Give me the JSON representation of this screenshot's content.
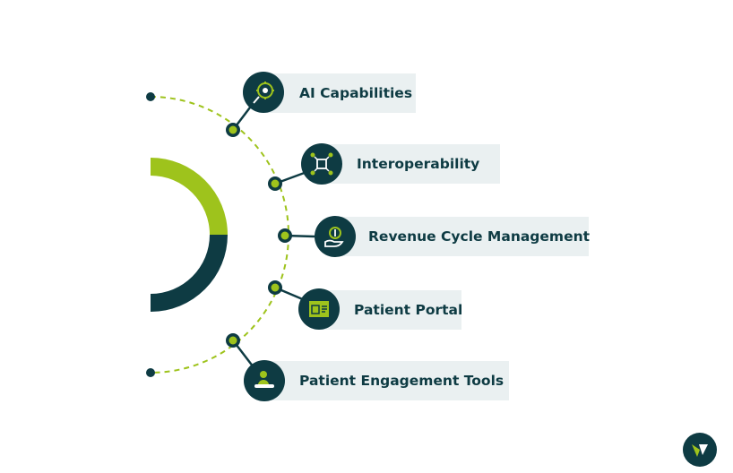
{
  "items": [
    {
      "label": "AI Capabilities",
      "icon": "ai-gear-icon"
    },
    {
      "label": "Interoperability",
      "icon": "network-nodes-icon"
    },
    {
      "label": "Revenue Cycle Management",
      "icon": "money-hand-icon"
    },
    {
      "label": "Patient Portal",
      "icon": "portal-window-icon"
    },
    {
      "label": "Patient Engagement Tools",
      "icon": "patient-engagement-icon"
    }
  ],
  "colors": {
    "primary": "#0e3b43",
    "accent": "#9ec31c",
    "label_bg": "#eaf0f1"
  },
  "logo": {
    "icon": "brand-logo-icon"
  }
}
